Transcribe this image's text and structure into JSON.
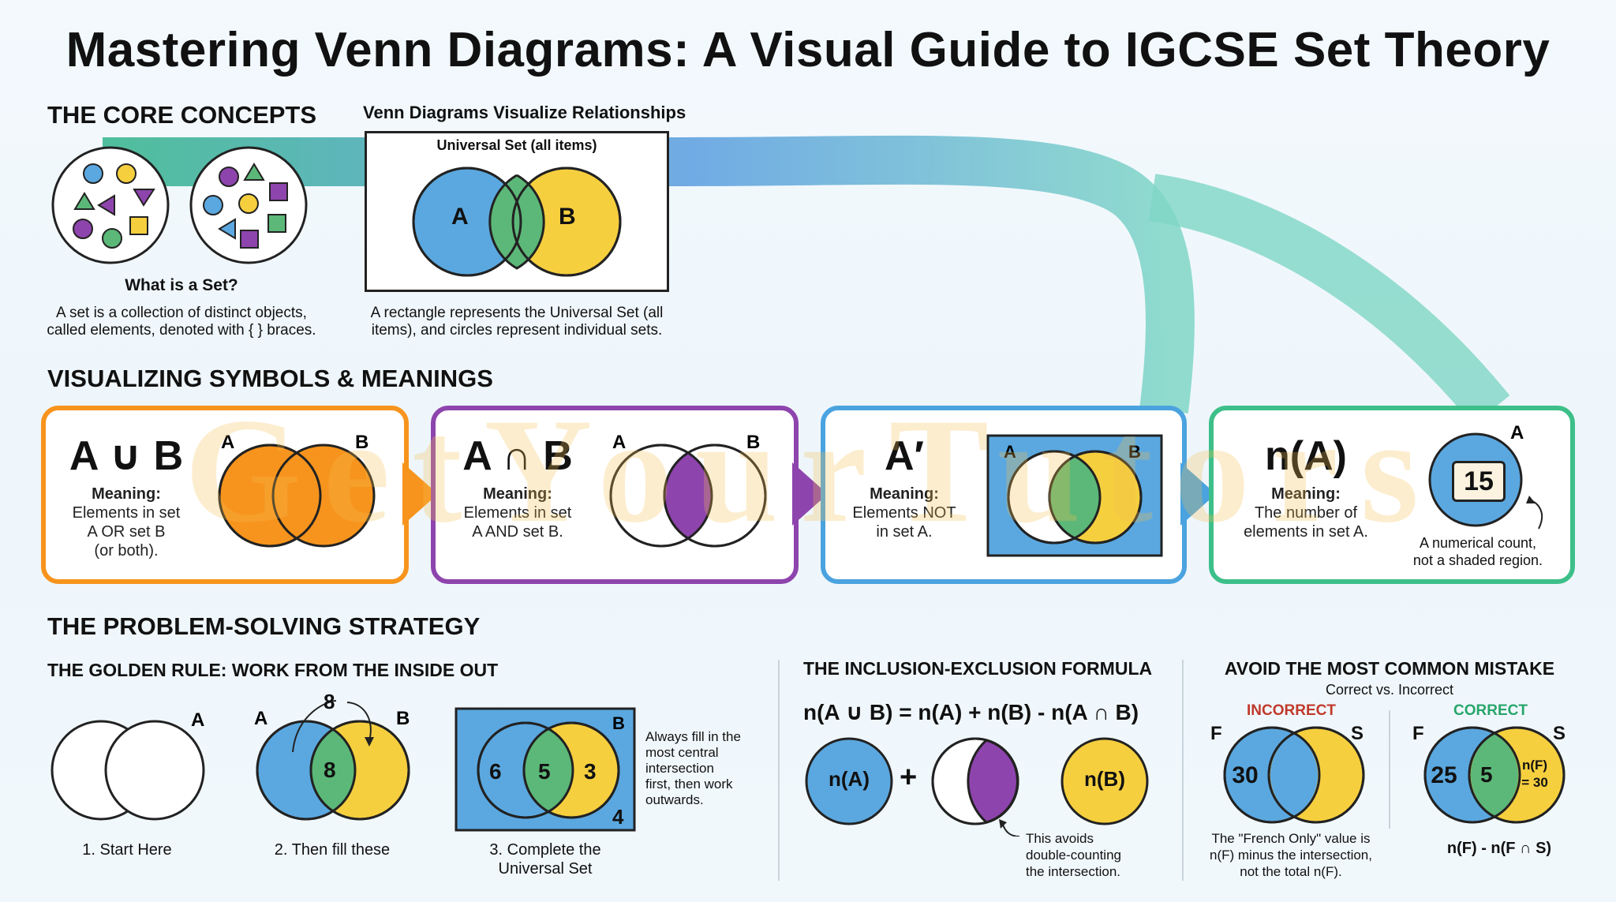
{
  "title": "Mastering Venn Diagrams: A Visual Guide to IGCSE Set Theory",
  "core": {
    "heading": "THE CORE CONCEPTS",
    "set_title": "What is a Set?",
    "set_desc_1": "A set is a collection of distinct objects,",
    "set_desc_2": "called elements, denoted with { } braces.",
    "venn_title": "Venn Diagrams Visualize Relationships",
    "universal_label": "Universal Set (all items)",
    "label_a": "A",
    "label_b": "B",
    "venn_desc_1": "A rectangle represents the Universal Set (all",
    "venn_desc_2": "items), and circles represent individual sets."
  },
  "symbols": {
    "heading": "VISUALIZING SYMBOLS & MEANINGS",
    "cards": [
      {
        "symbol": "A ∪ B",
        "meaning_label": "Meaning:",
        "lines": [
          "Elements in set",
          "A OR set B",
          "(or both)."
        ],
        "color": "#f7941d"
      },
      {
        "symbol": "A ∩ B",
        "meaning_label": "Meaning:",
        "lines": [
          "Elements in set",
          "A AND set B."
        ],
        "color": "#8e44ad"
      },
      {
        "symbol": "A′",
        "meaning_label": "Meaning:",
        "lines": [
          "Elements NOT",
          "in set A."
        ],
        "color": "#4aa3df"
      },
      {
        "symbol": "n(A)",
        "meaning_label": "Meaning:",
        "lines": [
          "The number of",
          "elements in set A."
        ],
        "color": "#3dbf8a",
        "count": "15",
        "note_1": "A numerical count,",
        "note_2": "not a shaded region."
      }
    ],
    "watermark": "GetYourTutors"
  },
  "strategy": {
    "heading": "THE PROBLEM-SOLVING STRATEGY",
    "golden_rule": "THE GOLDEN RULE: WORK FROM THE INSIDE OUT",
    "step1": "1. Start Here",
    "step2": "2. Then fill these",
    "step3_1": "3. Complete the",
    "step3_2": "Universal Set",
    "step2_arrow_num": "8",
    "step2_center": "8",
    "step3_values": {
      "a_only": "6",
      "both": "5",
      "b_only": "3",
      "outside": "4"
    },
    "tip_lines": [
      "Always fill in the",
      "most central",
      "intersection",
      "first, then work",
      "outwards."
    ],
    "incl_heading": "THE INCLUSION-EXCLUSION FORMULA",
    "formula": "n(A ∪ B) = n(A) + n(B) - n(A ∩ B)",
    "n_a": "n(A)",
    "n_b": "n(B)",
    "plus": "+",
    "incl_note": [
      "This avoids",
      "double-counting",
      "the intersection."
    ],
    "mistake_heading": "AVOID THE MOST COMMON MISTAKE",
    "mistake_sub": "Correct vs. Incorrect",
    "incorrect": "INCORRECT",
    "correct": "CORRECT",
    "label_f": "F",
    "label_s": "S",
    "incorrect_value": "30",
    "correct_values": {
      "french_only": "25",
      "both": "5",
      "nf_1": "n(F)",
      "nf_2": "= 30"
    },
    "mistake_note": [
      "The \"French Only\" value is",
      "n(F) minus the intersection,",
      "not the total n(F)."
    ],
    "correct_formula": "n(F) - n(F ∩ S)"
  },
  "colors": {
    "blue": "#5ba8e0",
    "yellow": "#f6cf3f",
    "green": "#5cb878",
    "orange": "#f7941d",
    "purple": "#8e44ad"
  }
}
